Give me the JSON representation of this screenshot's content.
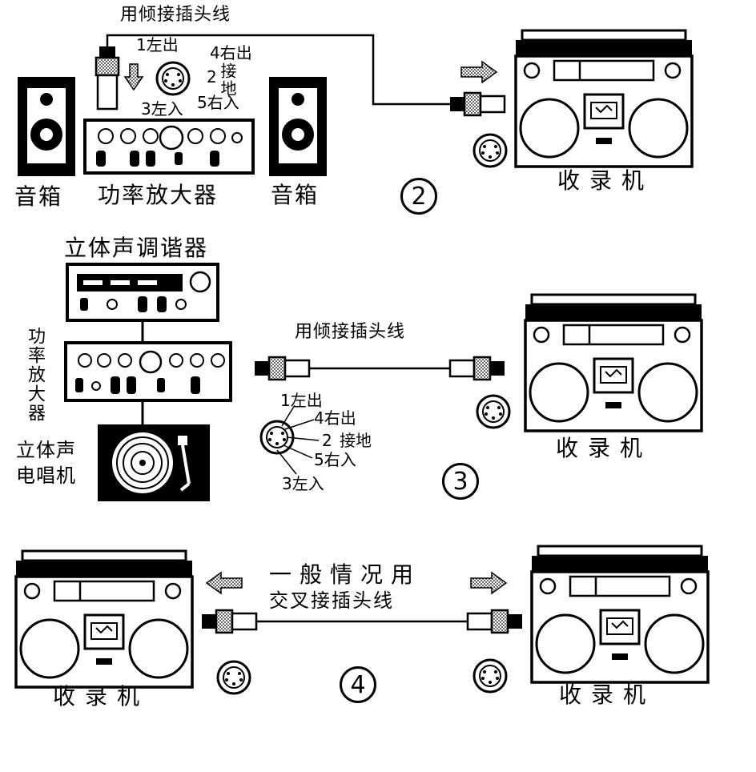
{
  "section2": {
    "cable_label": "用倾接插头线",
    "pin1": "1左出",
    "pin4": "4右出",
    "pin2_num": "2",
    "pin2_text": "接地",
    "pin3": "3左入",
    "pin5": "5右入",
    "speaker_left": "音箱",
    "amplifier": "功率放大器",
    "speaker_right": "音箱",
    "recorder": "收录机",
    "number": "2"
  },
  "section3": {
    "tuner": "立体声调谐器",
    "amplifier_vertical": "功率放大器",
    "turntable_line1": "立体声",
    "turntable_line2": "电唱机",
    "cable_label": "用倾接插头线",
    "pin1": "1左出",
    "pin4": "4右出",
    "pin2_num": "2",
    "pin2_text": "接地",
    "pin5": "5右入",
    "pin3": "3左入",
    "recorder": "收录机",
    "number": "3"
  },
  "section4": {
    "cable_line1": "一般情况用",
    "cable_line2": "交叉接插头线",
    "recorder_left": "收录机",
    "recorder_right": "收录机",
    "number": "4"
  }
}
